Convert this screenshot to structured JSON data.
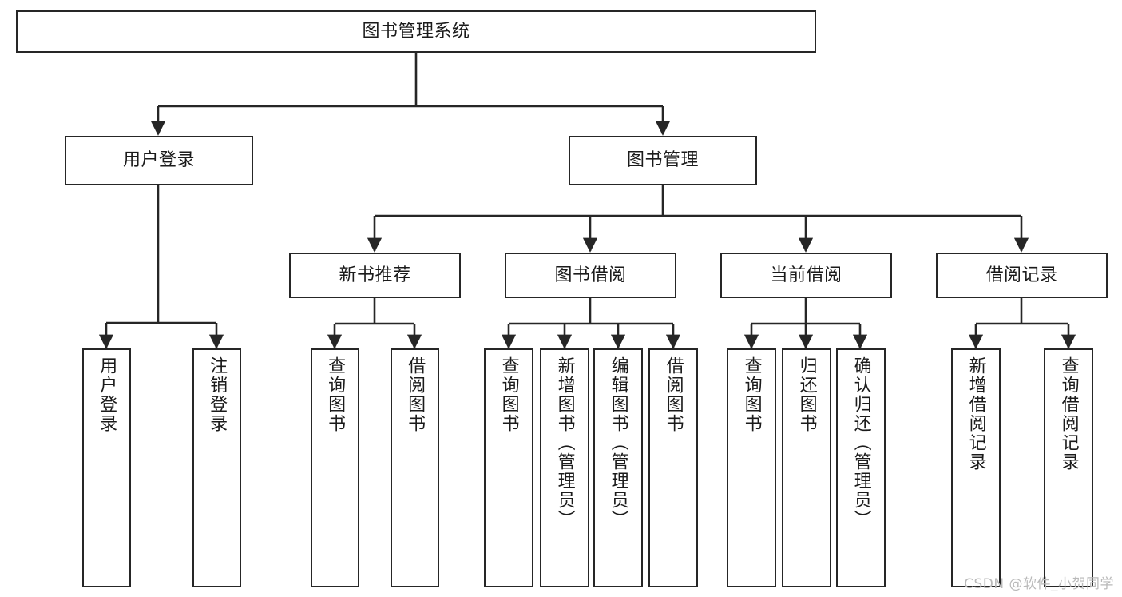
{
  "diagram": {
    "type": "tree-hierarchy-chart",
    "title": "图书管理系统",
    "orientation": "top-down",
    "line_color": "#262626",
    "box_fill": "#ffffff",
    "text_color": "#1b1b1b"
  },
  "root": {
    "label": "图书管理系统"
  },
  "level2": [
    {
      "label": "用户登录"
    },
    {
      "label": "图书管理"
    }
  ],
  "level3": [
    {
      "label": "新书推荐"
    },
    {
      "label": "图书借阅"
    },
    {
      "label": "当前借阅"
    },
    {
      "label": "借阅记录"
    }
  ],
  "leaves": {
    "user_login": [
      {
        "label": "用户登录"
      },
      {
        "label": "注销登录"
      }
    ],
    "new_book_recommend": [
      {
        "label": "查询图书"
      },
      {
        "label": "借阅图书"
      }
    ],
    "book_borrow": [
      {
        "label": "查询图书"
      },
      {
        "label": "新增图书（管理员）"
      },
      {
        "label": "编辑图书（管理员）"
      },
      {
        "label": "借阅图书"
      }
    ],
    "current_borrow": [
      {
        "label": "查询图书"
      },
      {
        "label": "归还图书"
      },
      {
        "label": "确认归还（管理员）"
      }
    ],
    "borrow_record": [
      {
        "label": "新增借阅记录"
      },
      {
        "label": "查询借阅记录"
      }
    ]
  },
  "watermark": {
    "text": "CSDN @软件_小贺同学"
  }
}
